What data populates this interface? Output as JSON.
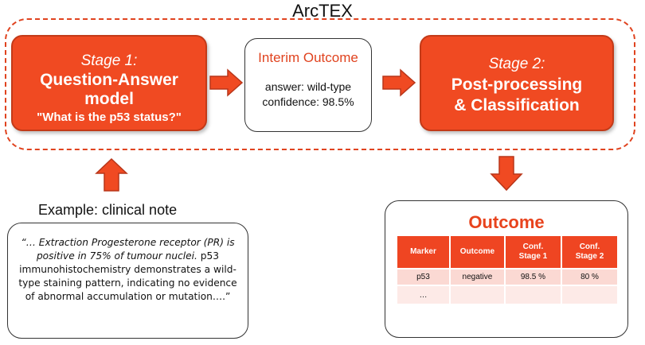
{
  "title": "ArcTEX",
  "stage1": {
    "label": "Stage 1:",
    "name": "Question-Answer\nmodel",
    "question": "\"What is the p53 status?\""
  },
  "interim": {
    "title": "Interim Outcome",
    "line1": "answer: wild-type",
    "line2": "confidence:  98.5%"
  },
  "stage2": {
    "label": "Stage 2:",
    "name": "Post-processing\n& Classification"
  },
  "example": {
    "label": "Example: clinical note",
    "part1": "“… Extraction ",
    "part2": "Progesterone receptor (PR) is positive in 75% of tumour nuclei.",
    "part3": " p53 immunohistochemistry demonstrates a wild-type staining pattern, indicating no evidence of abnormal accumulation or mutation….”"
  },
  "outcome": {
    "title": "Outcome",
    "headers": [
      "Marker",
      "Outcome",
      "Conf.\nStage 1",
      "Conf.\nStage 2"
    ],
    "rows": [
      [
        "p53",
        "negative",
        "98.5 %",
        "80 %"
      ],
      [
        "…",
        "",
        "",
        ""
      ]
    ]
  },
  "colors": {
    "accent": "#f04a22",
    "table_row": "#fbd9d3"
  },
  "icons": [
    "arrow-right-icon",
    "arrow-up-icon",
    "arrow-down-icon"
  ]
}
